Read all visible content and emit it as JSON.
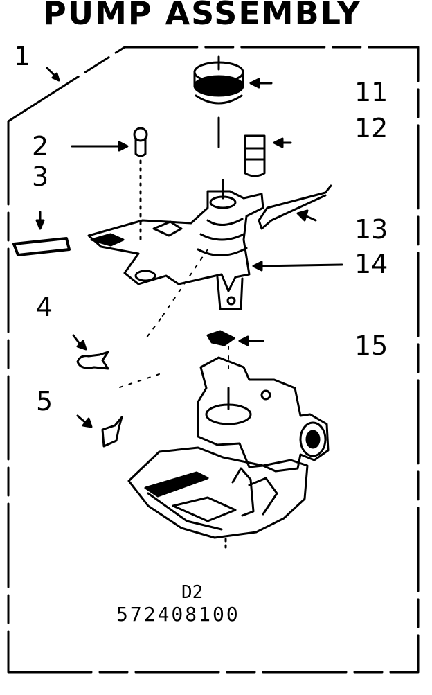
{
  "title": "PUMP ASSEMBLY",
  "callouts": {
    "c1": "1",
    "c2": "2",
    "c3": "3",
    "c4": "4",
    "c5": "5",
    "c11": "11",
    "c12": "12",
    "c13": "13",
    "c14": "14",
    "c15": "15"
  },
  "figure_code": "D2",
  "part_number": "572408100",
  "colors": {
    "ink": "#000000",
    "paper": "#ffffff"
  }
}
